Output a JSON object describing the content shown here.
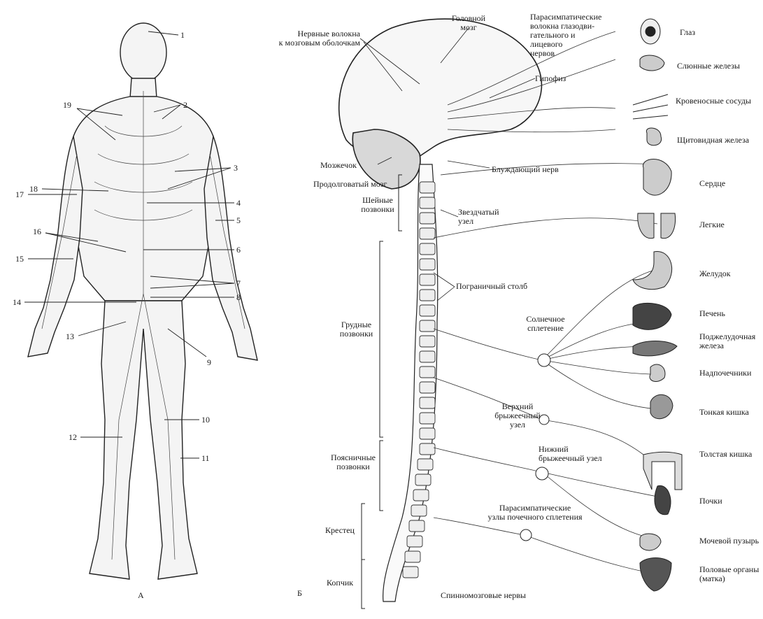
{
  "panels": {
    "left": "А",
    "right": "Б"
  },
  "figure_a": {
    "numbers": [
      "1",
      "2",
      "3",
      "4",
      "5",
      "6",
      "7",
      "8",
      "9",
      "10",
      "11",
      "12",
      "13",
      "14",
      "15",
      "16",
      "17",
      "18",
      "19"
    ]
  },
  "figure_b": {
    "left_labels": {
      "nerve_fibers": "Нервные волокна\nк мозговым оболочкам",
      "cerebellum": "Мозжечок",
      "medulla": "Продолговатый мозг",
      "cervical": "Шейные\nпозвонки",
      "thoracic": "Грудные\nпозвонки",
      "lumbar": "Поясничные\nпозвонки",
      "sacrum": "Крестец",
      "coccyx": "Копчик"
    },
    "center_labels": {
      "brain": "Головной\nмозг",
      "parasympathetic_fibers": "Парасимпатические\nволокна глазодви-\nгательного и\nлицевого\nнервов",
      "pituitary": "Гипофиз",
      "vagus": "Блуждающий нерв",
      "stellate": "Звездчатый\nузел",
      "sympathetic_trunk": "Пограничный столб",
      "solar_plexus": "Солнечное\nсплетение",
      "superior_mesenteric": "Верхний\nбрыжеечный\nузел",
      "inferior_mesenteric": "Нижний\nбрыжеечный узел",
      "sacral_nodes": "Парасимпатические\nузлы почечного сплетения",
      "spinal_nerves": "Спинномозговые нервы"
    },
    "organs": [
      "Глаз",
      "Слюнные железы",
      "Кровеносные сосуды",
      "Щитовидная железа",
      "Сердце",
      "Легкие",
      "Желудок",
      "Печень",
      "Поджелудочная\nжелеза",
      "Надпочечники",
      "Тонкая кишка",
      "Толстая кишка",
      "Почки",
      "Мочевой пузырь",
      "Половые органы\n(матка)"
    ]
  }
}
